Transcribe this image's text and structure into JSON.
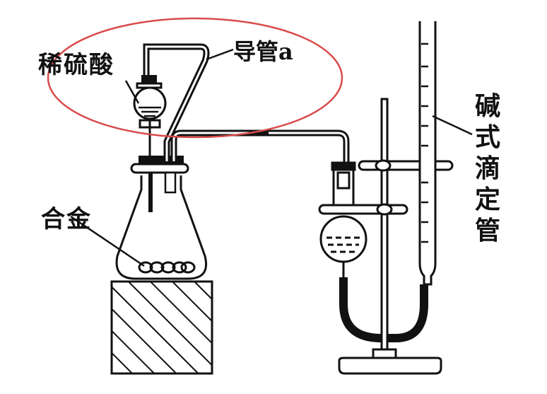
{
  "labels": {
    "dilute_acid": "稀硫酸",
    "guide_tube": "导管a",
    "alloy": "合金",
    "burette": "碱式滴定管"
  },
  "colors": {
    "ink": "#111111",
    "highlight_ellipse": "#d94b4b",
    "hatch": "#111111"
  },
  "icons": [
    "separatory-funnel",
    "conical-flask",
    "leveling-bulb",
    "burette",
    "iron-stand",
    "rubber-tube",
    "hatched-block"
  ]
}
